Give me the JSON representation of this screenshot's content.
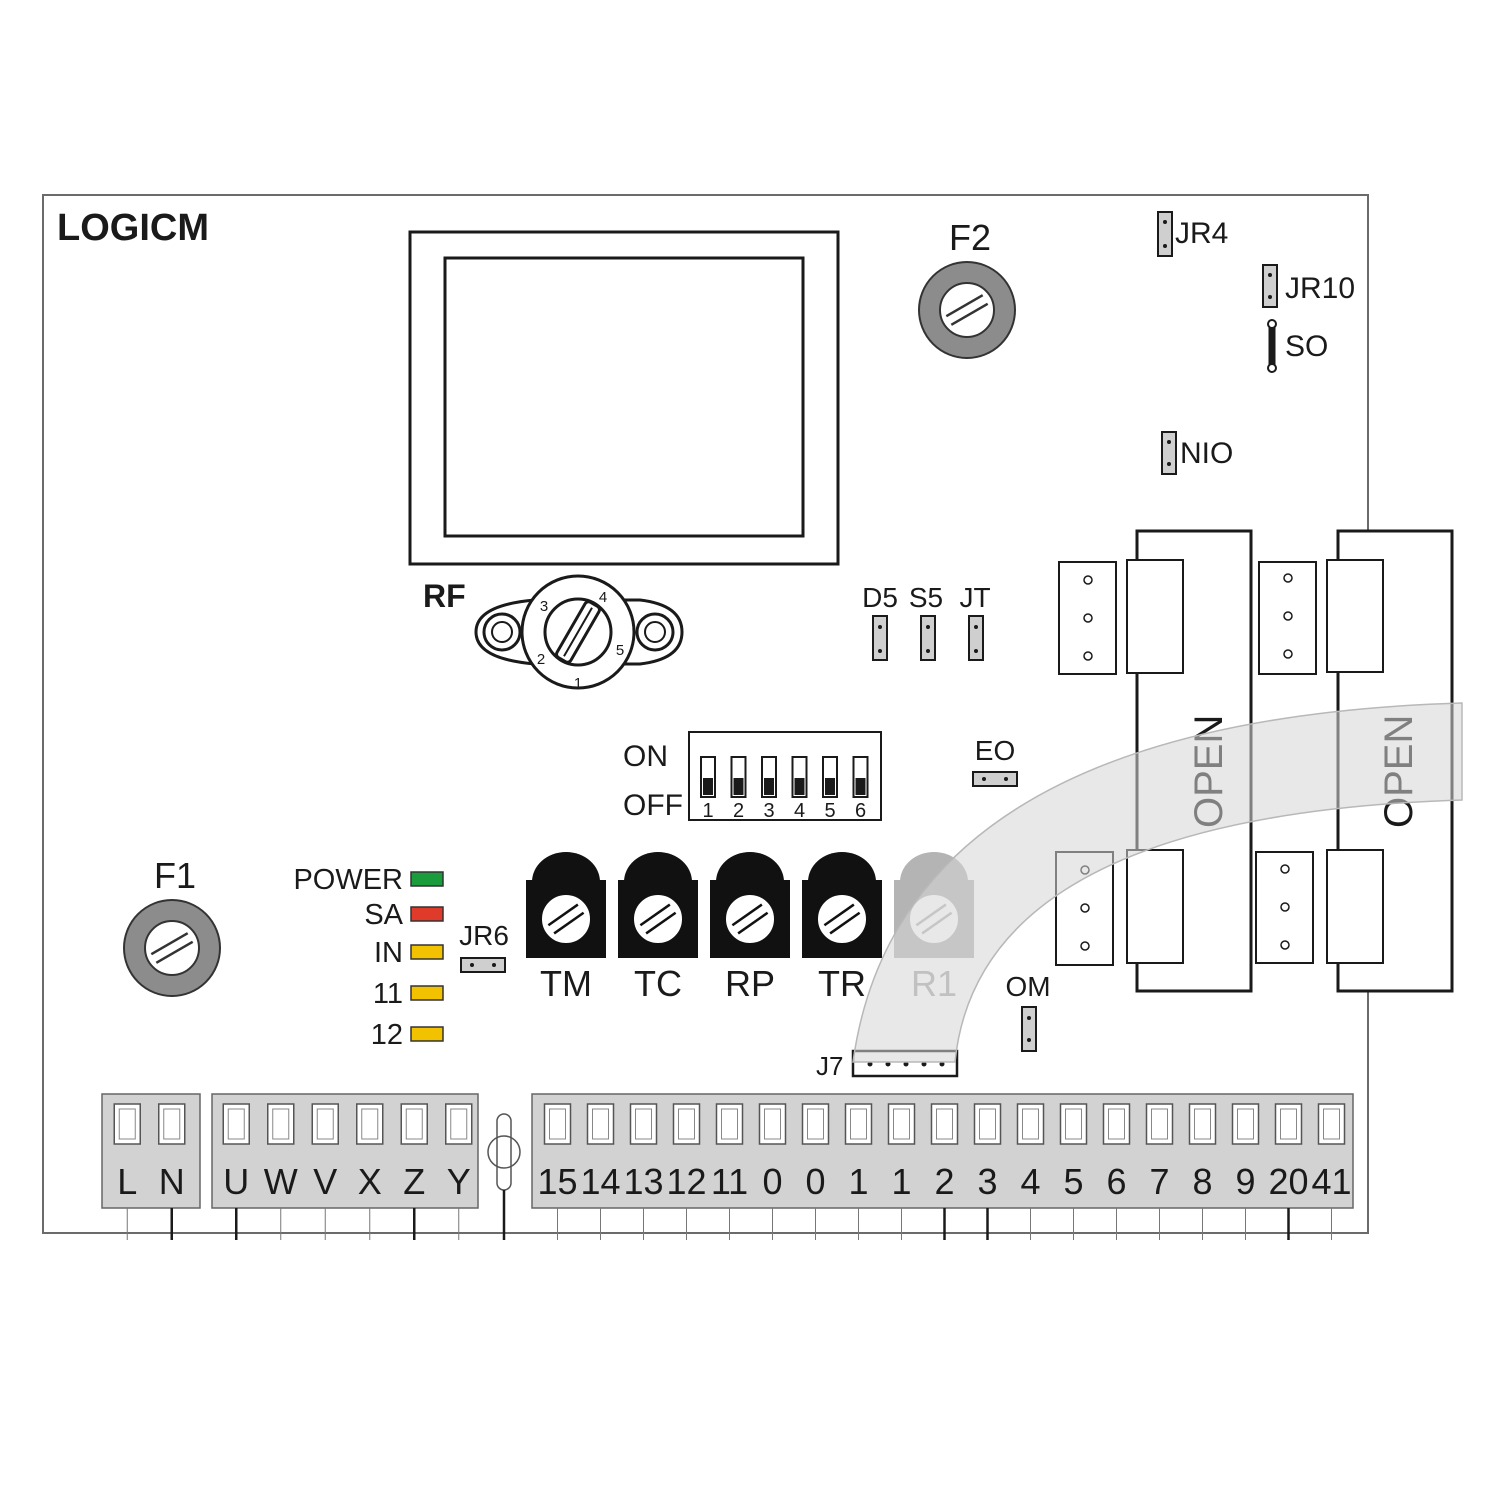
{
  "board": {
    "title": "LOGICM",
    "rf_label": "RF",
    "rf_dial_numbers": [
      "1",
      "2",
      "3",
      "4",
      "5"
    ]
  },
  "fuses": [
    {
      "id": "f1",
      "label": "F1"
    },
    {
      "id": "f2",
      "label": "F2"
    }
  ],
  "jumpers": [
    {
      "id": "jr4",
      "label": "JR4"
    },
    {
      "id": "jr10",
      "label": "JR10"
    },
    {
      "id": "so",
      "label": "SO"
    },
    {
      "id": "nio",
      "label": "NIO"
    },
    {
      "id": "d5",
      "label": "D5"
    },
    {
      "id": "s5",
      "label": "S5"
    },
    {
      "id": "jt",
      "label": "JT"
    },
    {
      "id": "eo",
      "label": "EO"
    },
    {
      "id": "jr6",
      "label": "JR6"
    },
    {
      "id": "om",
      "label": "OM"
    },
    {
      "id": "j7",
      "label": "J7"
    }
  ],
  "dip_switch": {
    "on_label": "ON",
    "off_label": "OFF",
    "numbers": [
      "1",
      "2",
      "3",
      "4",
      "5",
      "6"
    ]
  },
  "leds": [
    {
      "label": "POWER",
      "color": "#1a9c3c"
    },
    {
      "label": "SA",
      "color": "#e03a2a"
    },
    {
      "label": "IN",
      "color": "#f2c200"
    },
    {
      "label": "11",
      "color": "#f2c200"
    },
    {
      "label": "12",
      "color": "#f2c200"
    }
  ],
  "trimmers": [
    {
      "label": "TM",
      "faded": false
    },
    {
      "label": "TC",
      "faded": false
    },
    {
      "label": "RP",
      "faded": false
    },
    {
      "label": "TR",
      "faded": false
    },
    {
      "label": "R1",
      "faded": true
    }
  ],
  "relay_modules": [
    {
      "label": "OPEN"
    },
    {
      "label": "OPEN"
    }
  ],
  "terminal_blocks": [
    {
      "id": "power",
      "labels": [
        "L",
        "N"
      ]
    },
    {
      "id": "motor",
      "labels": [
        "U",
        "W",
        "V",
        "X",
        "Z",
        "Y"
      ]
    },
    {
      "id": "signal",
      "labels": [
        "15",
        "14",
        "13",
        "12",
        "11",
        "0",
        "0",
        "1",
        "1",
        "2",
        "3",
        "4",
        "5",
        "6",
        "7",
        "8",
        "9",
        "20",
        "41"
      ]
    }
  ]
}
